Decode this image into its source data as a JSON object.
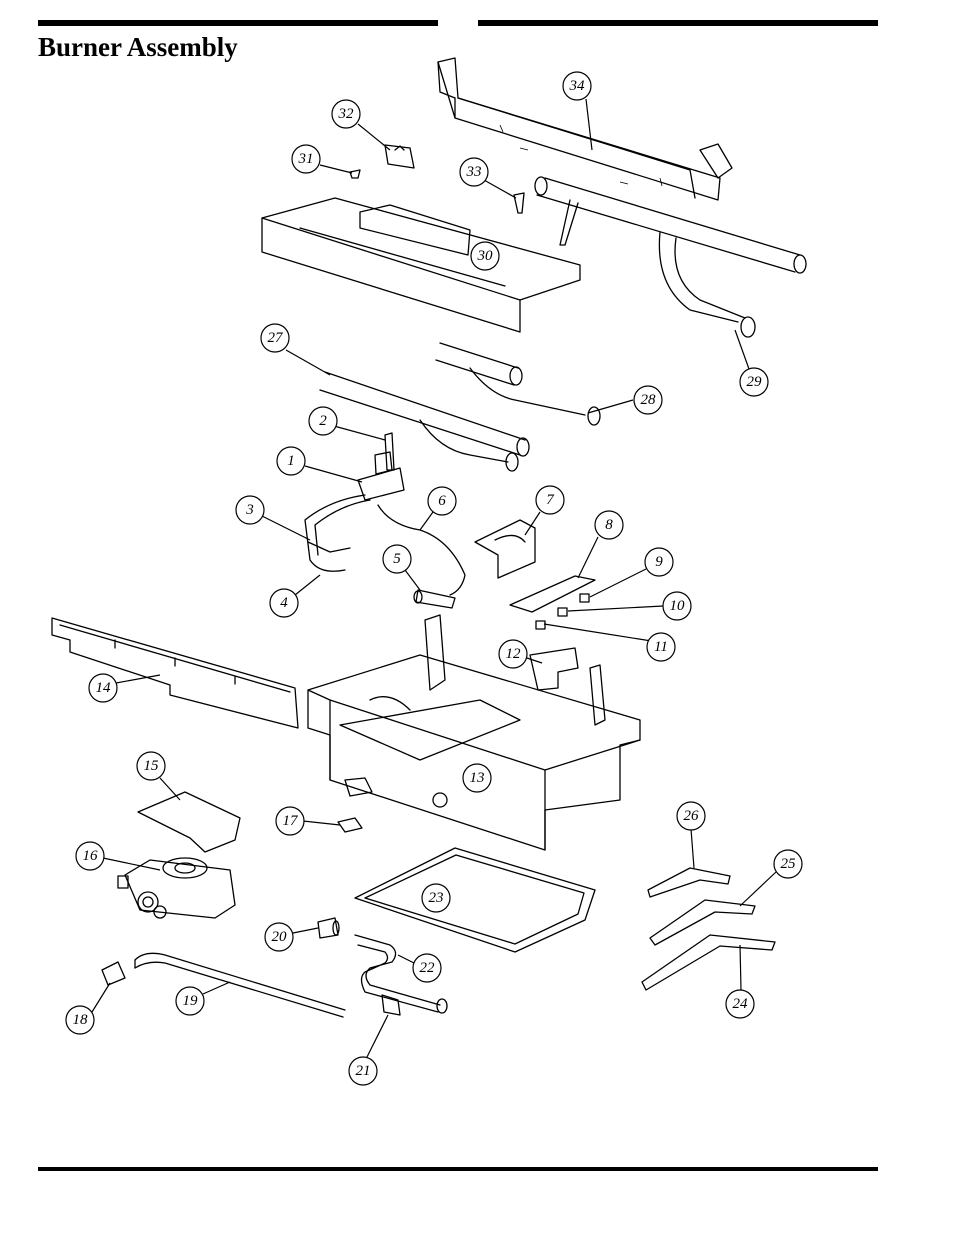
{
  "header": {
    "title": "Burner Assembly"
  },
  "callouts": [
    {
      "label": "1"
    },
    {
      "label": "2"
    },
    {
      "label": "3"
    },
    {
      "label": "4"
    },
    {
      "label": "5"
    },
    {
      "label": "6"
    },
    {
      "label": "7"
    },
    {
      "label": "8"
    },
    {
      "label": "9"
    },
    {
      "label": "10"
    },
    {
      "label": "11"
    },
    {
      "label": "12"
    },
    {
      "label": "13"
    },
    {
      "label": "14"
    },
    {
      "label": "15"
    },
    {
      "label": "16"
    },
    {
      "label": "17"
    },
    {
      "label": "18"
    },
    {
      "label": "19"
    },
    {
      "label": "20"
    },
    {
      "label": "21"
    },
    {
      "label": "22"
    },
    {
      "label": "23"
    },
    {
      "label": "24"
    },
    {
      "label": "25"
    },
    {
      "label": "26"
    },
    {
      "label": "27"
    },
    {
      "label": "28"
    },
    {
      "label": "29"
    },
    {
      "label": "30"
    },
    {
      "label": "31"
    },
    {
      "label": "32"
    },
    {
      "label": "33"
    },
    {
      "label": "34"
    }
  ]
}
